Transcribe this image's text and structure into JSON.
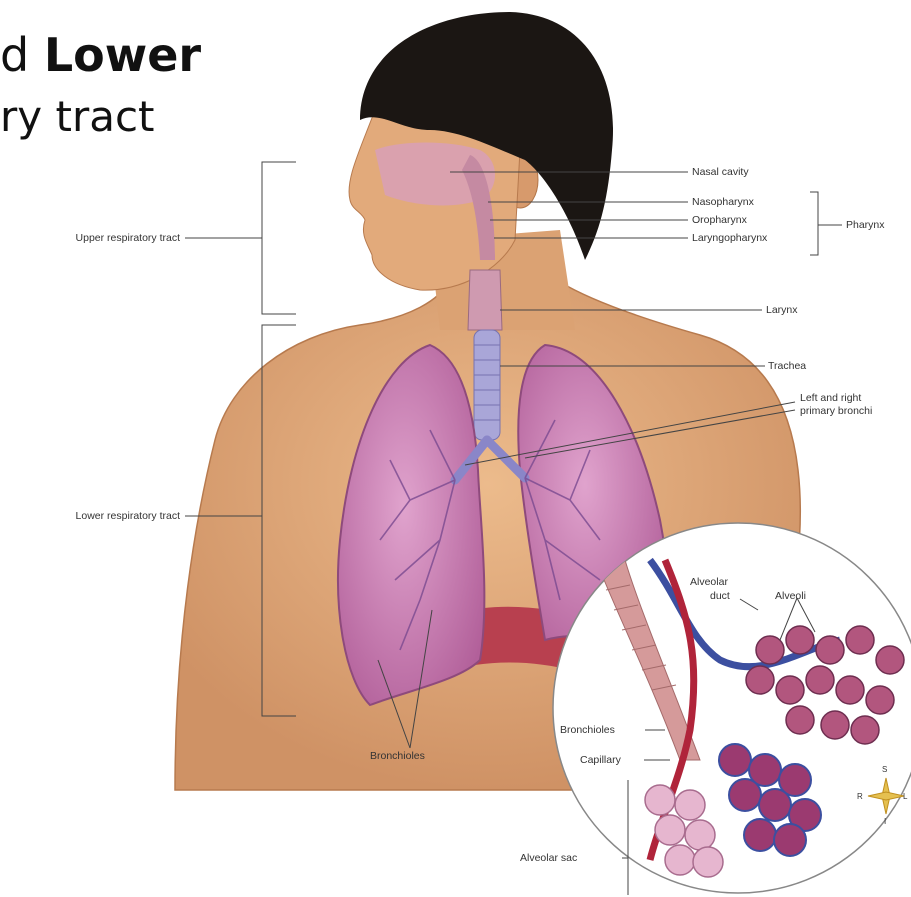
{
  "title": {
    "line1_prefix": "d ",
    "line1_bold": "Lower",
    "line2": "ry tract"
  },
  "labels": {
    "upper_tract": "Upper respiratory tract",
    "lower_tract": "Lower respiratory tract",
    "nasal_cavity": "Nasal cavity",
    "nasopharynx": "Nasopharynx",
    "oropharynx": "Oropharynx",
    "laryngopharynx": "Laryngopharynx",
    "pharynx": "Pharynx",
    "larynx": "Larynx",
    "trachea": "Trachea",
    "bronchi_line1": "Left and right",
    "bronchi_line2": "primary bronchi",
    "bronchioles_lung": "Bronchioles",
    "alveolar_duct_line1": "Alveolar",
    "alveolar_duct_line2": "duct",
    "alveoli": "Alveoli",
    "bronchioles_inset": "Bronchioles",
    "capillary": "Capillary",
    "alveolar_sac": "Alveolar sac"
  },
  "compass": {
    "north": "S",
    "west": "R",
    "east": "L",
    "south": "I"
  },
  "colors": {
    "skin": "#e0a878",
    "skin_shadow": "#c98e5e",
    "hair": "#1b1613",
    "lung": "#c87ab0",
    "lung_edge": "#8e4a7c",
    "trachea": "#a9a6d8",
    "nasal": "#d9a0b4",
    "vein": "#3c4fa0",
    "artery": "#b0243a",
    "alveoli": "#b2567e"
  }
}
